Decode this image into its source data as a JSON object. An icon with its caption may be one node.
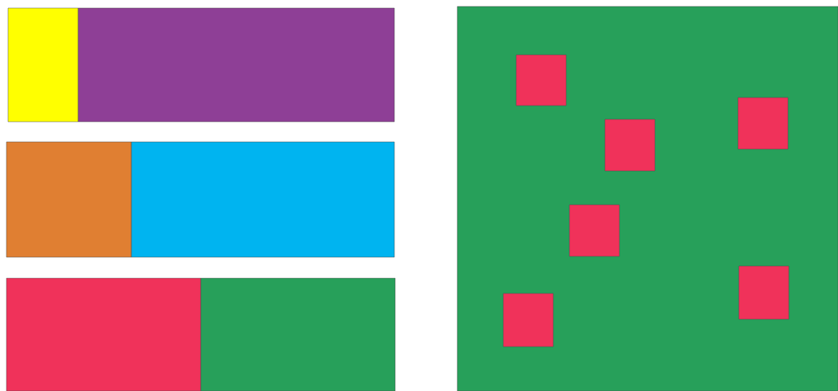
{
  "diagram": {
    "nodes": [
      {
        "text": [],
        "shape": "box"
      },
      {
        "text": [],
        "shape": "box"
      },
      {
        "text": [],
        "shape": "box"
      },
      {
        "text": [],
        "shape": "box"
      },
      {
        "text": [],
        "shape": "box"
      },
      {
        "text": [],
        "shape": "box"
      },
      {
        "text": [],
        "shape": "box"
      },
      {
        "text": [],
        "shape": "box",
        "in": 6
      },
      {
        "text": [],
        "shape": "box",
        "in": 6
      },
      {
        "text": [],
        "shape": "box",
        "in": 6
      },
      {
        "text": [],
        "shape": "box",
        "in": 6
      },
      {
        "text": [],
        "shape": "box",
        "in": 6
      },
      {
        "text": [],
        "shape": "box",
        "in": 6
      }
    ]
  }
}
